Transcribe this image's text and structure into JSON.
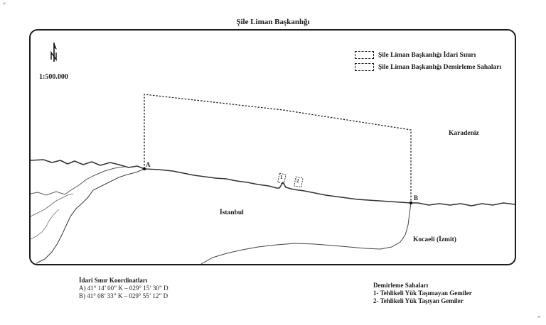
{
  "document": {
    "open_quote": "“",
    "close_quote": "”",
    "title": "Şile Liman Başkanlığı"
  },
  "map": {
    "north_arrow_icon": "north-arrow-icon",
    "scale": "1:500.000",
    "legend": [
      {
        "label": "Şile Liman Başkanlığı İdari Sınırı"
      },
      {
        "label": "Şile Liman Başkanlığı Demirleme Sahaları"
      }
    ],
    "labels": {
      "sea": "Karadeniz",
      "city": "İstanbul",
      "kocaeli": "Kocaeli (İzmit)"
    },
    "points": {
      "a": "A",
      "b": "B"
    },
    "anchorage_numbers": [
      "1",
      "2"
    ]
  },
  "coordinates": {
    "title": "İdari Sınır Koordinatları",
    "rows": [
      "A) 41° 14’ 00” K – 029° 15’ 30” D",
      "B) 41° 08’ 33” K – 029° 55’ 12” D"
    ]
  },
  "anchorage": {
    "title": "Demirleme Sahaları",
    "items": [
      "1- Tehlikeli Yük Taşımayan Gemiler",
      "2- Tehlikeli Yük Taşıyan Gemiler"
    ]
  }
}
